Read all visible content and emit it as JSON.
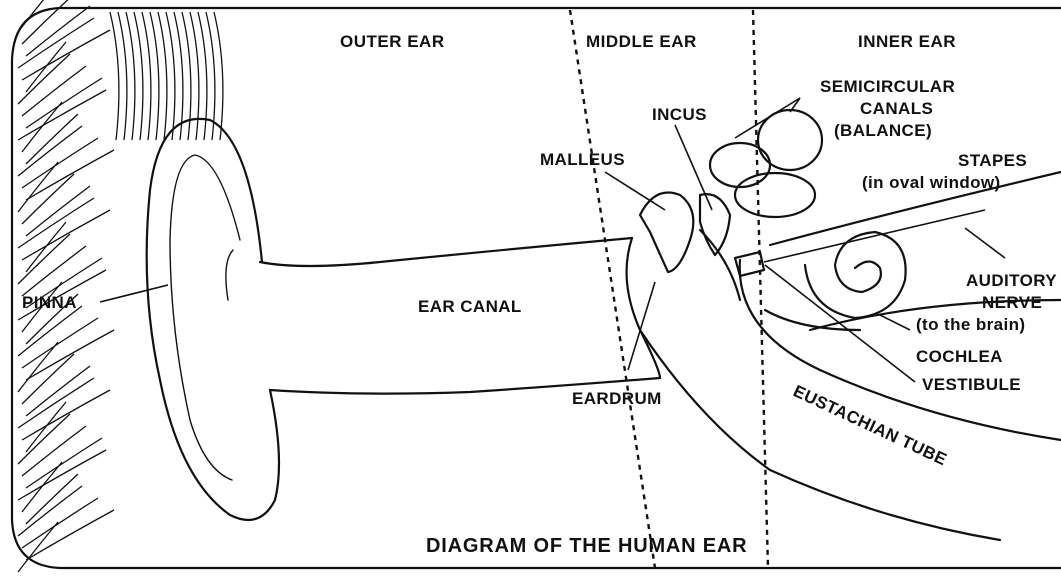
{
  "diagram": {
    "title": "DIAGRAM OF THE HUMAN EAR",
    "regions": {
      "outer": "OUTER EAR",
      "middle": "MIDDLE EAR",
      "inner": "INNER EAR"
    },
    "labels": {
      "pinna": "PINNA",
      "ear_canal": "EAR CANAL",
      "eardrum": "EARDRUM",
      "malleus": "MALLEUS",
      "incus": "INCUS",
      "semicircular": [
        "SEMICIRCULAR",
        "CANALS",
        "(BALANCE)"
      ],
      "stapes": [
        "STAPES",
        "(in oval window)"
      ],
      "auditory_nerve": [
        "AUDITORY",
        "NERVE",
        "(to the brain)"
      ],
      "cochlea": "COCHLEA",
      "vestibule": "VESTIBULE",
      "eustachian_tube": "EUSTACHIAN TUBE"
    }
  }
}
